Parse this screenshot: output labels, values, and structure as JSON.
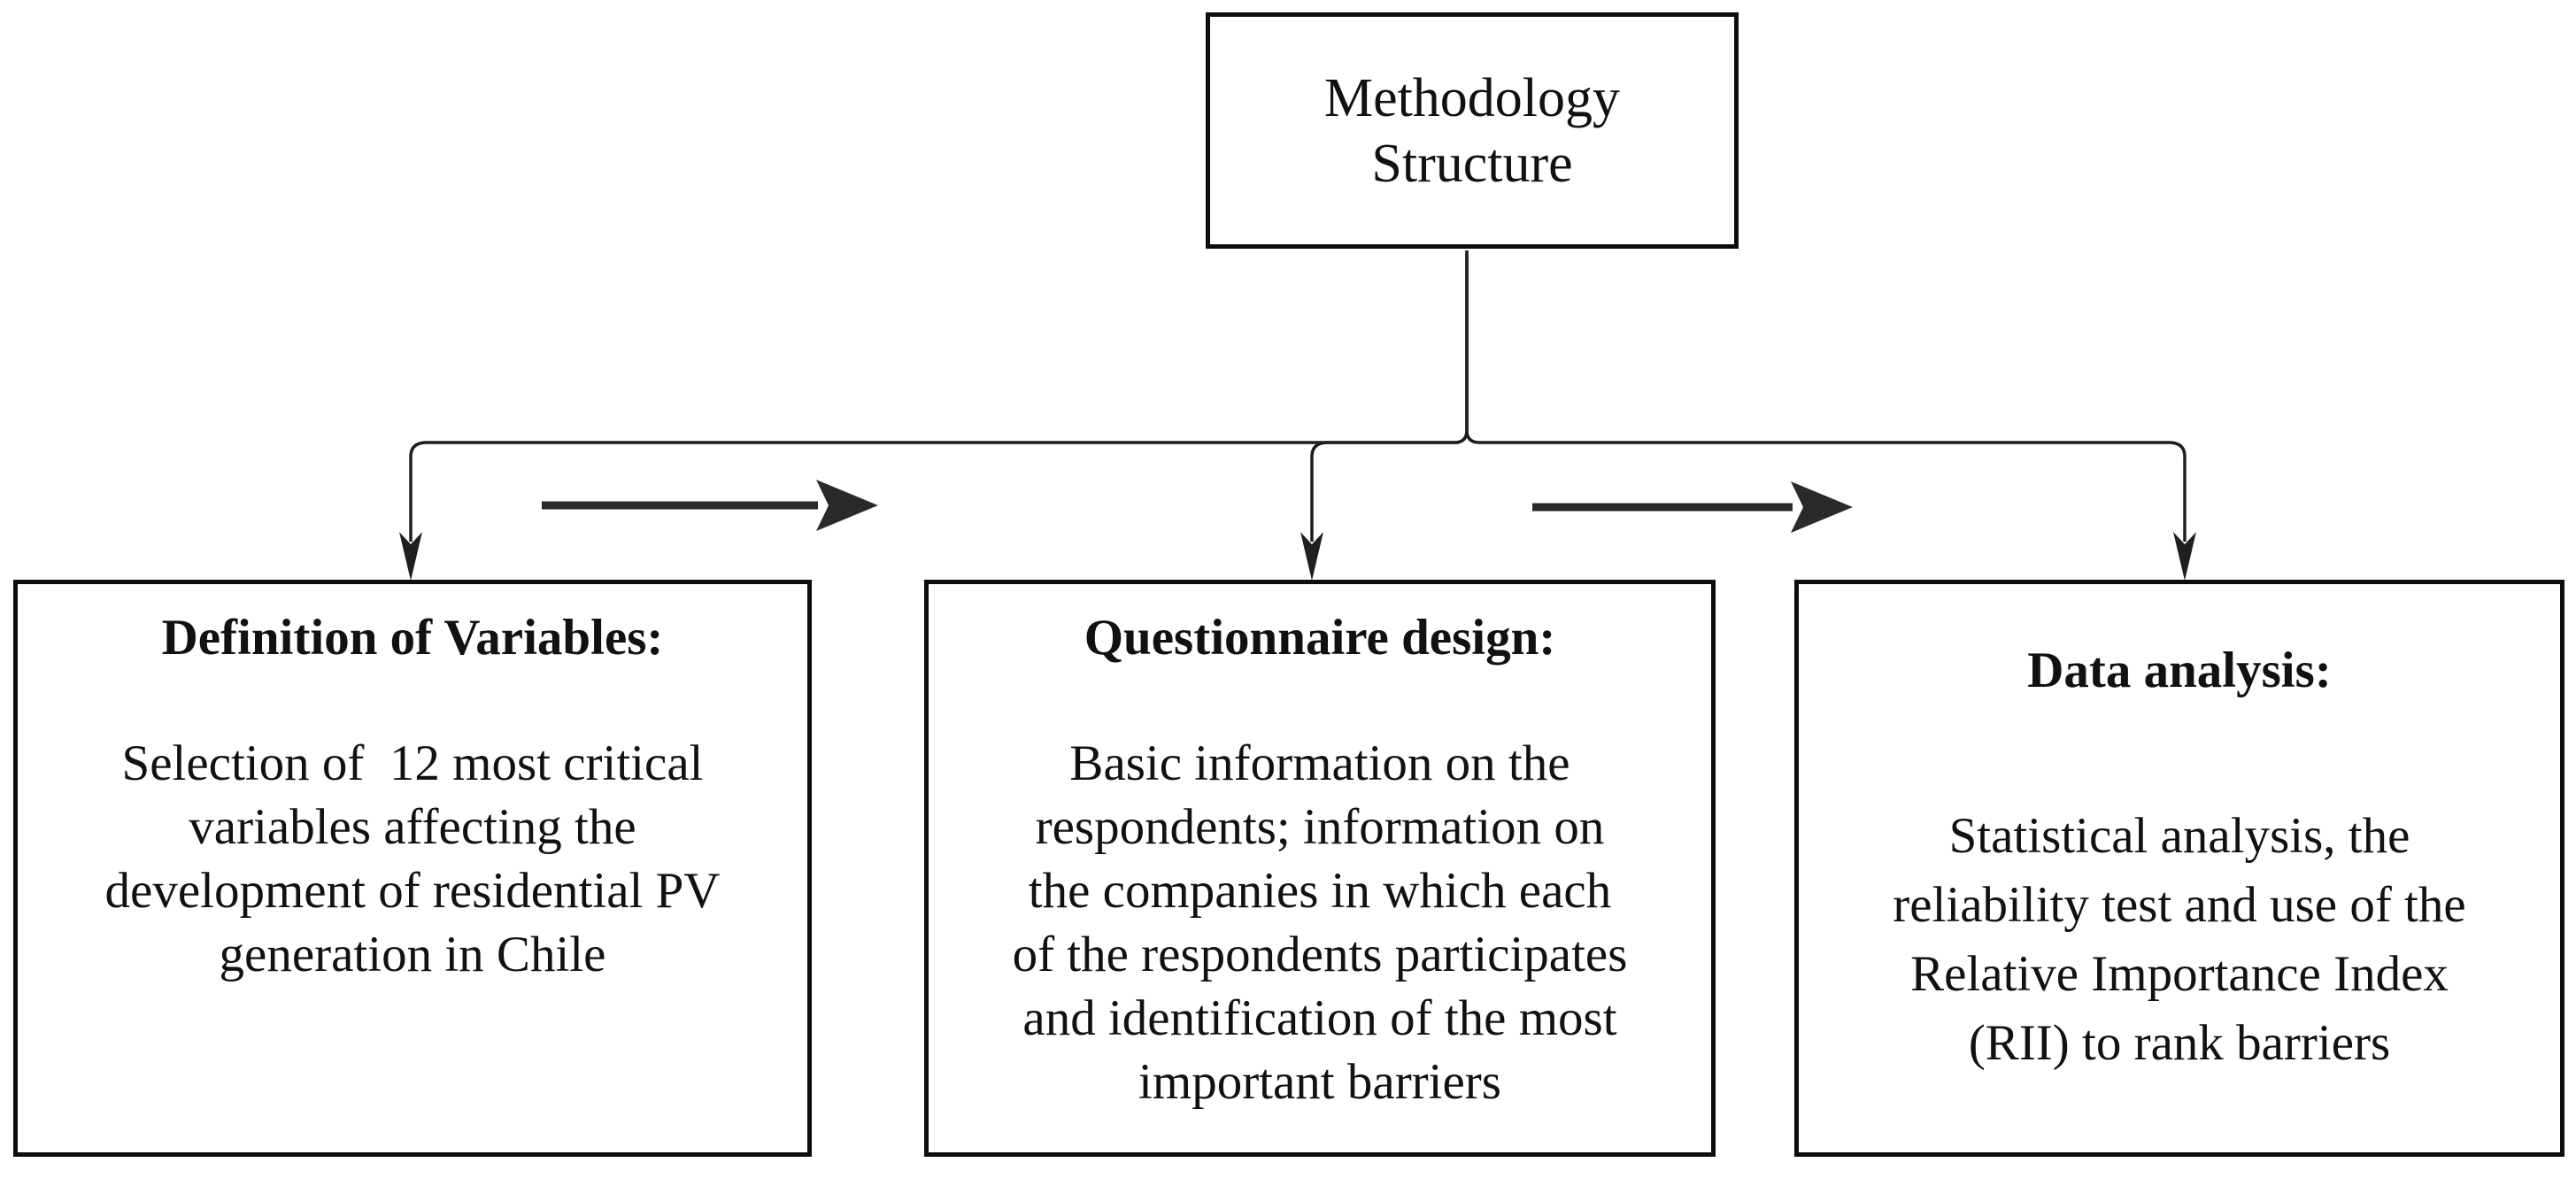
{
  "diagram": {
    "root": {
      "label": "Methodology\nStructure"
    },
    "nodes": [
      {
        "id": "definition-of-variables",
        "heading": "Definition of Variables:",
        "body": "Selection of  12 most critical\nvariables affecting the\ndevelopment of residential PV\ngeneration in Chile"
      },
      {
        "id": "questionnaire-design",
        "heading": "Questionnaire design:",
        "body": "Basic information on the\nrespondents; information on\nthe companies in which each\nof the respondents participates\nand identification of the most\nimportant barriers"
      },
      {
        "id": "data-analysis",
        "heading": "Data analysis:",
        "body": "Statistical analysis, the\nreliability test and use of the\nRelative Importance Index\n(RII) to rank barriers"
      }
    ],
    "colors": {
      "line": "#1f1f1f",
      "border": "#0d0d0d",
      "text": "#111111",
      "background": "#ffffff"
    }
  }
}
